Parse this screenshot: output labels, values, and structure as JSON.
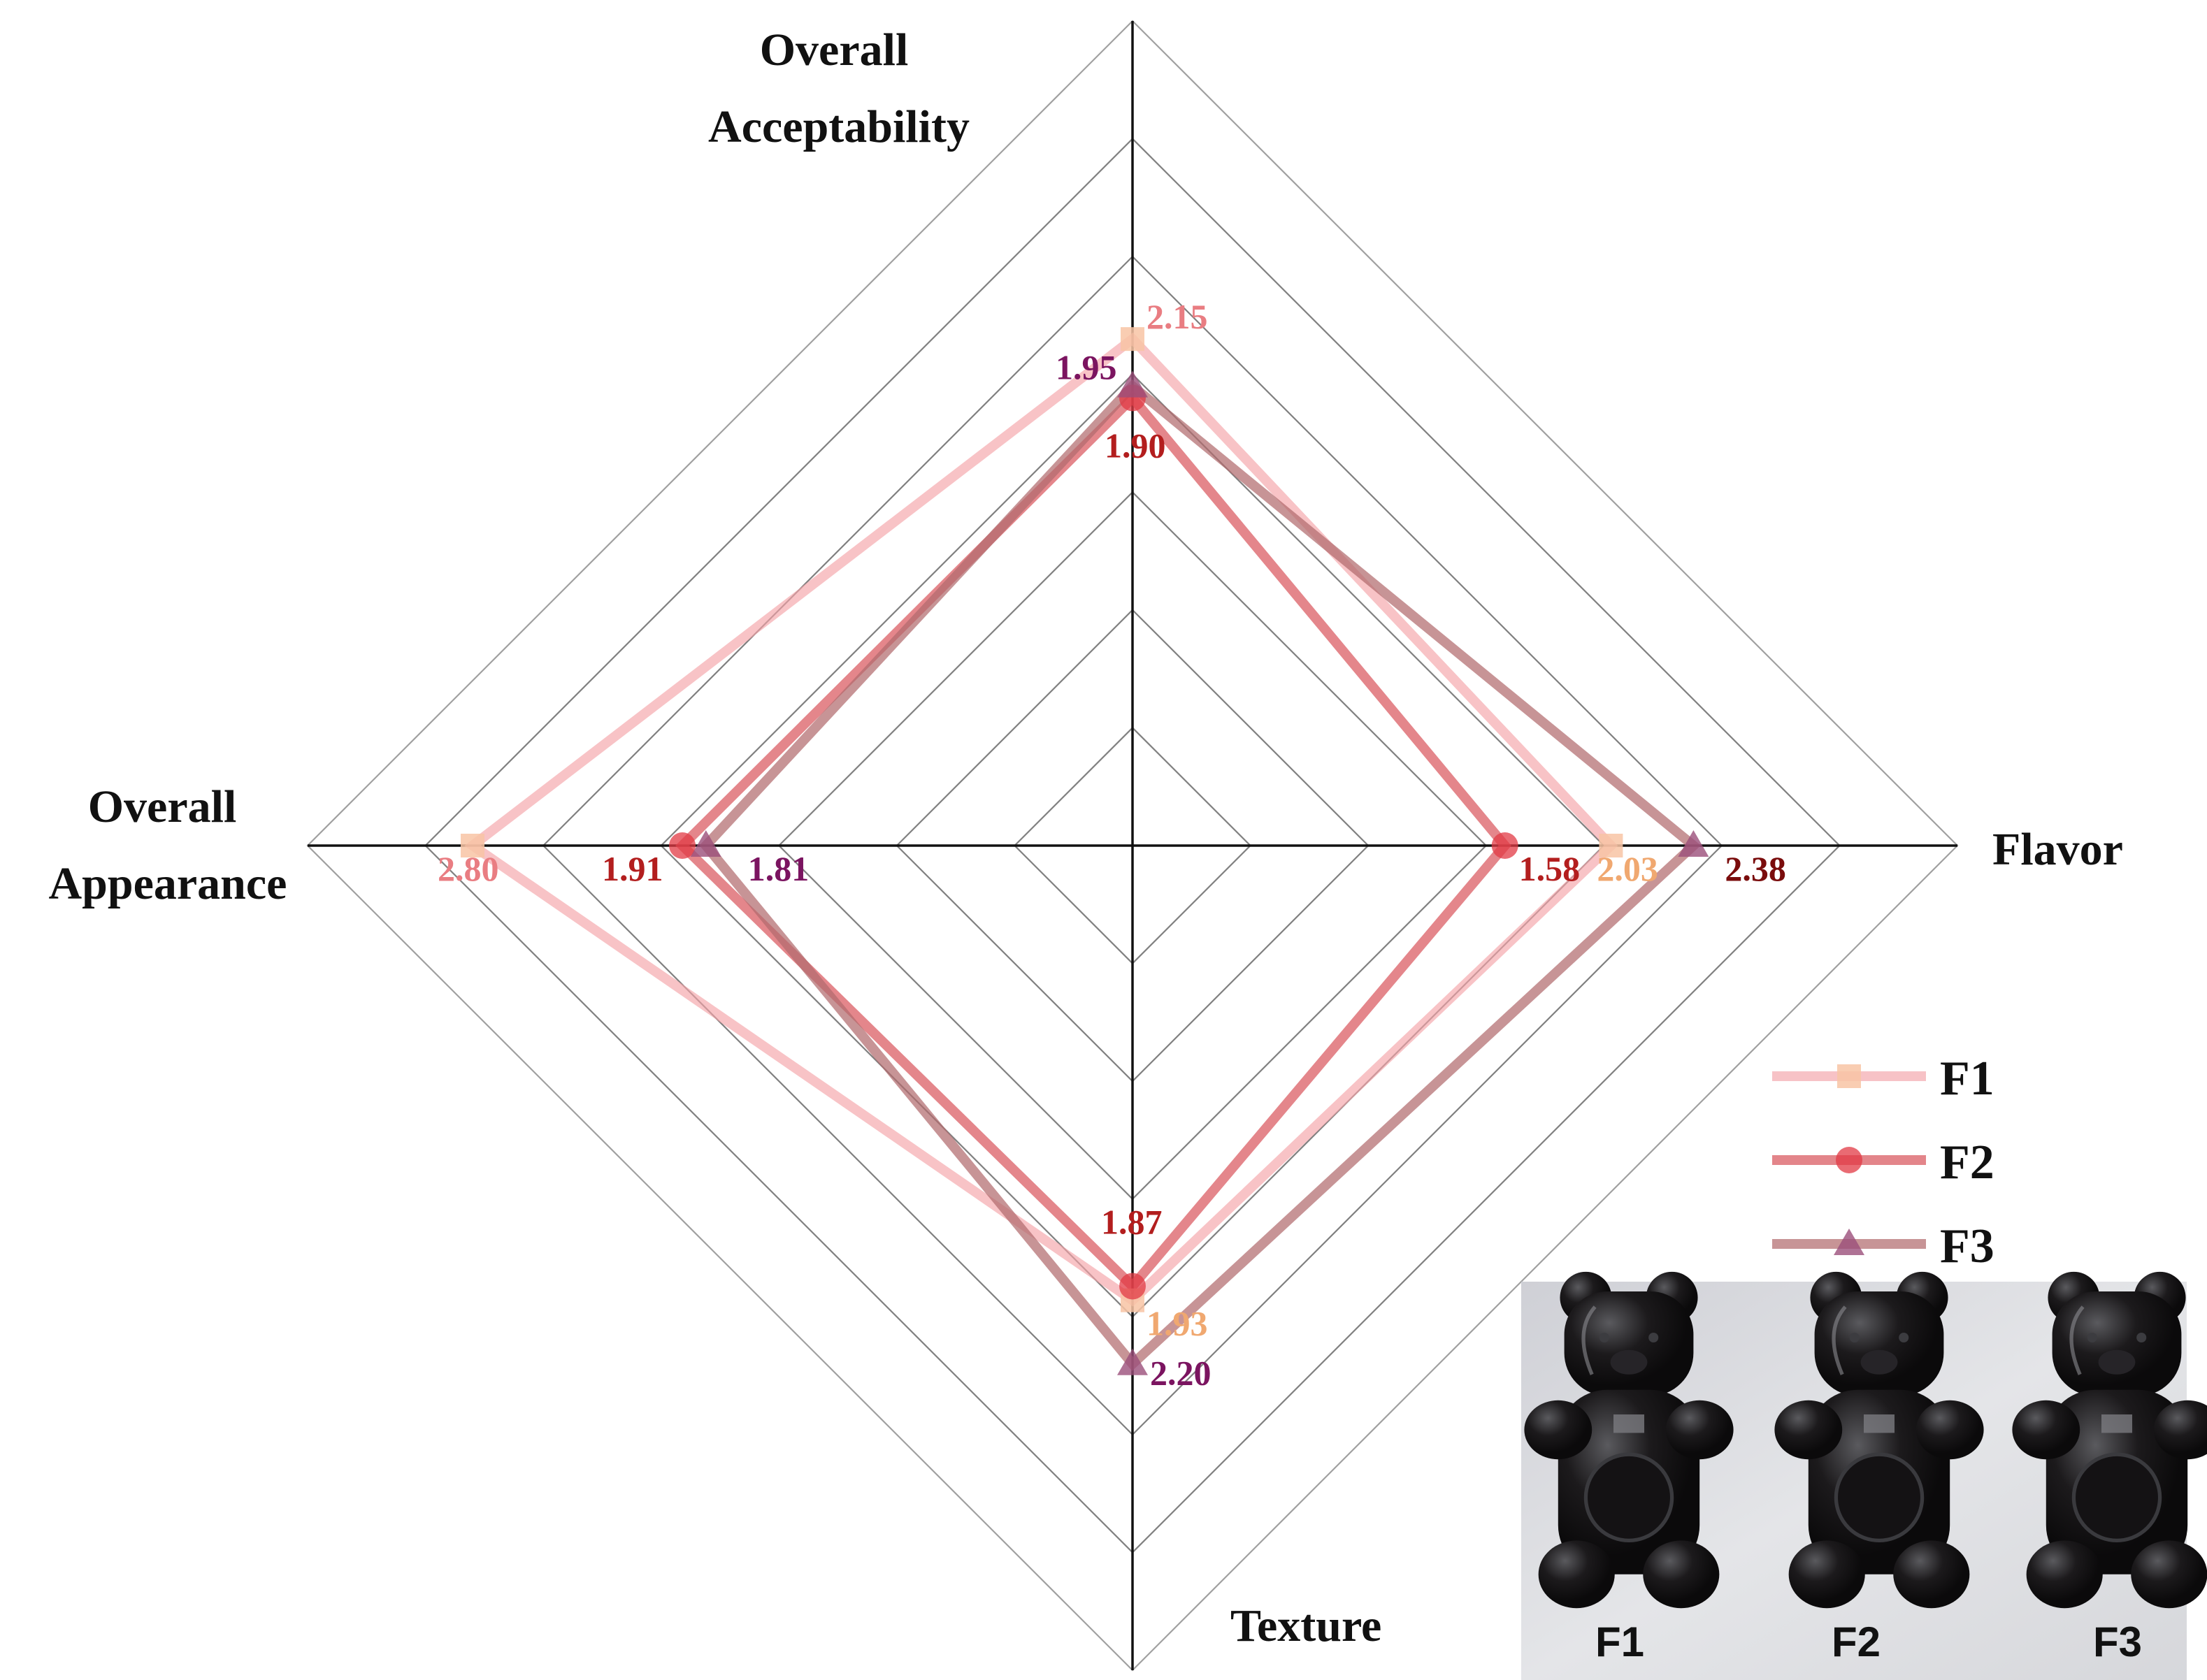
{
  "chart_data": {
    "type": "radar",
    "axes": [
      "Overall Acceptability",
      "Flavor",
      "Texture",
      "Overall Appearance"
    ],
    "axis_label_lines": {
      "Overall Acceptability": [
        "Overall",
        "Acceptability"
      ],
      "Flavor": [
        "Flavor"
      ],
      "Texture": [
        "Texture"
      ],
      "Overall Appearance": [
        "Overall",
        "Appearance"
      ]
    },
    "rlim": [
      0,
      3.5
    ],
    "grid_levels": [
      0.5,
      1.0,
      1.5,
      2.0,
      2.5,
      3.0,
      3.5
    ],
    "grid": true,
    "legend_position": "right",
    "series": [
      {
        "name": "F1",
        "values": [
          2.15,
          2.03,
          1.93,
          2.8
        ],
        "labels": [
          "2.15",
          "2.03",
          "1.93",
          "2.80"
        ],
        "color": "#f4a3a8",
        "marker": "square",
        "marker_color": "#f8c4a4",
        "label_color": "#e97d82",
        "label_colors": [
          "#e97d82",
          "#f0a870",
          "#f0a870",
          "#e97d82"
        ]
      },
      {
        "name": "F2",
        "values": [
          1.9,
          1.58,
          1.87,
          1.91
        ],
        "labels": [
          "1.90",
          "1.58",
          "1.87",
          "1.91"
        ],
        "color": "#d9575e",
        "marker": "circle",
        "marker_color": "#e23a44",
        "label_color": "#b31e1e",
        "label_colors": [
          "#b31e1e",
          "#b31e1e",
          "#b31e1e",
          "#b31e1e"
        ]
      },
      {
        "name": "F3",
        "values": [
          1.95,
          2.38,
          2.2,
          1.81
        ],
        "labels": [
          "1.95",
          "2.38",
          "2.20",
          "1.81"
        ],
        "color": "#b26b6e",
        "marker": "triangle",
        "marker_color": "#9b4f7a",
        "label_color": "#7b1460",
        "label_colors": [
          "#7b1460",
          "#7a0c0c",
          "#7b1460",
          "#7b1460"
        ]
      }
    ]
  },
  "photo": {
    "labels": [
      "F1",
      "F2",
      "F3"
    ],
    "background": "#d9d9dd",
    "gummy_color": "#141214",
    "icon": "gummy-bear-icon"
  }
}
